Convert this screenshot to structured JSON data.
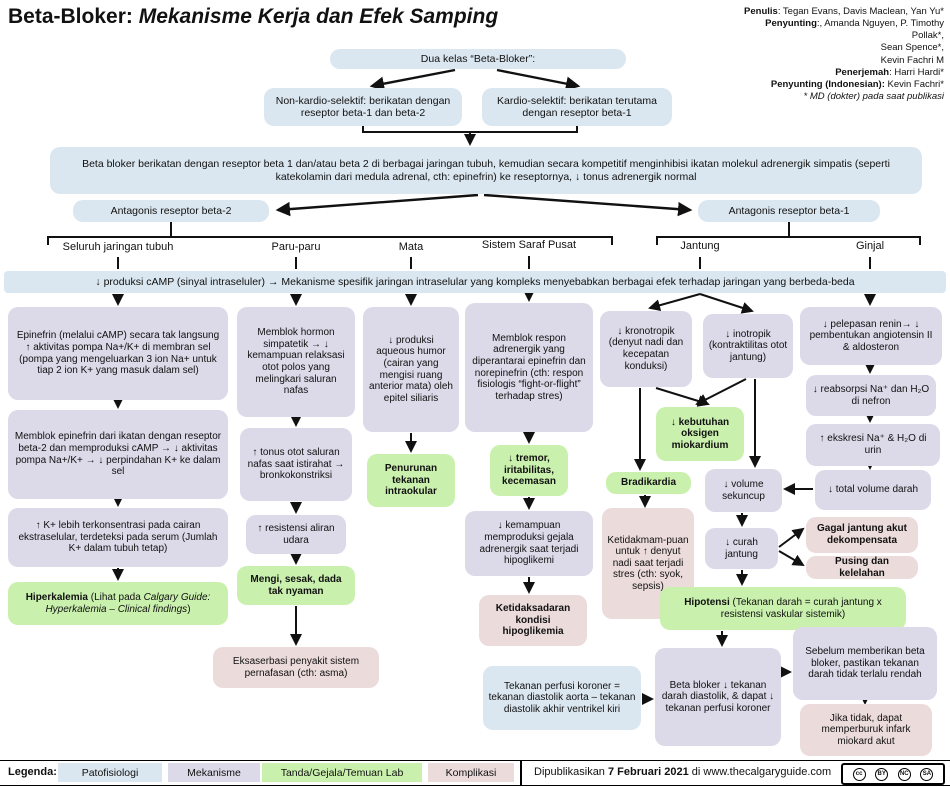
{
  "title": {
    "prefix": "Beta-Bloker: ",
    "emph": "Mekanisme Kerja dan Efek Samping"
  },
  "credits": [
    {
      "bold": "Penulis",
      "text": ":  Tegan Evans, Davis Maclean, Yan Yu*"
    },
    {
      "bold": "Penyunting",
      "text": ":, Amanda Nguyen, P. Timothy"
    },
    {
      "bold": "",
      "text": "Pollak*,"
    },
    {
      "bold": "",
      "text": "Sean Spence*,"
    },
    {
      "bold": "",
      "text": "Kevin Fachri M"
    },
    {
      "bold": "Penerjemah",
      "text": ":  Harri Hardi*"
    },
    {
      "bold": "Penyunting (Indonesian):",
      "text": " Kevin Fachri*"
    },
    {
      "bold": "",
      "text": "* MD (dokter) pada saat publikasi"
    }
  ],
  "classes": {
    "header": "Dua kelas “Beta-Bloker”:",
    "non_cardio": "Non-kardio-selektif: berikatan dengan reseptor beta-1 dan beta-2",
    "cardio": "Kardio-selektif: berikatan terutama dengan reseptor beta-1"
  },
  "main_mechanism": "Beta bloker berikatan dengan reseptor beta 1 dan/atau beta 2 di berbagai jaringan tubuh, kemudian secara kompetitif menginhibisi ikatan molekul adrenergik simpatis (seperti katekolamin dari medula adrenal, cth: epinefrin) ke reseptornya, ↓ tonus adrenergik normal",
  "antagonists": {
    "beta2": "Antagonis reseptor beta-2",
    "beta1": "Antagonis reseptor beta-1"
  },
  "organs": {
    "body": "Seluruh jaringan tubuh",
    "lungs": "Paru-paru",
    "eyes": "Mata",
    "cns": "Sistem Saraf Pusat",
    "heart": "Jantung",
    "kidney": "Ginjal"
  },
  "camp_bar": "↓ produksi cAMP (sinyal intraseluler) → Mekanisme spesifik jaringan intraselular yang kompleks menyebabkan berbagai efek terhadap jaringan yang berbeda-beda",
  "body_col": {
    "b1": "Epinefrin (melalui cAMP) secara tak langsung ↑ aktivitas pompa Na+/K+ di membran sel (pompa yang mengeluarkan 3 ion Na+ untuk tiap 2 ion K+ yang masuk dalam sel)",
    "b2": "Memblok epinefrin dari ikatan dengan reseptor beta-2 dan memproduksi cAMP → ↓ aktivitas pompa Na+/K+ → ↓ perpindahan K+ ke dalam sel",
    "b3": "↑ K+ lebih terkonsentrasi pada cairan ekstraselular, terdeteksi pada serum (Jumlah K+ dalam tubuh tetap)",
    "b4_bold": "Hiperkalemia",
    "b4_mid": " (Lihat pada ",
    "b4_italic": "Calgary Guide: Hyperkalemia – Clinical findings",
    "b4_end": ")"
  },
  "lungs_col": {
    "b1": "Memblok hormon simpatetik → ↓ kemampuan relaksasi otot polos yang melingkari saluran nafas",
    "b2": "↑ tonus otot saluran nafas saat istirahat → bronkokonstriksi",
    "b3": "↑ resistensi aliran udara",
    "b4": "Mengi, sesak, dada tak nyaman",
    "b5": "Eksaserbasi penyakit sistem pernafasan (cth: asma)"
  },
  "eyes_col": {
    "b1": "↓ produksi aqueous humor (cairan yang mengisi ruang anterior mata) oleh epitel siliaris",
    "b2": "Penurunan tekanan intraokular"
  },
  "cns_col": {
    "b1": "Memblok respon adrenergik yang diperantarai epinefrin dan norepinefrin (cth: respon fisiologis “fight-or-flight” terhadap stres)",
    "b2": "↓ tremor, iritabilitas, kecemasan",
    "b3": "↓ kemampuan memproduksi gejala adrenergik saat terjadi hipoglikemi",
    "b4": "Ketidaksadaran kondisi hipoglikemia",
    "note": "Tekanan perfusi koroner = tekanan diastolik aorta – tekanan diastolik akhir ventrikel kiri"
  },
  "heart_col": {
    "chrono": "↓ kronotropik (denyut nadi dan kecepatan konduksi)",
    "ino": "↓ inotropik (kontraktilitas otot jantung)",
    "oxygen": "↓ kebutuhan oksigen miokardium",
    "brady": "Bradikardia",
    "stress": "Ketidakmam-puan untuk ↑ denyut nadi saat terjadi stres (cth: syok, sepsis)",
    "stroke_volume": "↓ volume sekuncup",
    "cardiac_output": "↓ curah jantung",
    "hipotensi_bold": "Hipotensi",
    "hipotensi_text": " (Tekanan darah = curah jantung x resistensi vaskular sistemik)",
    "beta_diastolic": "Beta bloker ↓ tekanan darah diastolik, & dapat ↓ tekanan perfusi koroner",
    "heart_failure": "Gagal jantung akut dekompensata",
    "dizzy": "Pusing dan kelelahan"
  },
  "kidney_col": {
    "b1": "↓ pelepasan renin→ ↓ pembentukan angiotensin II & aldosteron",
    "b2": "↓ reabsorpsi Na⁺ dan H₂O di nefron",
    "b3": "↑ ekskresi Na⁺ & H₂O di urin",
    "b4": "↓ total volume darah",
    "b5": "Sebelum memberikan beta bloker, pastikan tekanan darah tidak terlalu rendah",
    "b6": "Jika tidak, dapat memperburuk infark miokard akut"
  },
  "legend": {
    "label": "Legenda:",
    "items": [
      {
        "label": "Patofisiologi",
        "color": "#dbe7f0"
      },
      {
        "label": "Mekanisme",
        "color": "#dcd9e8"
      },
      {
        "label": "Tanda/Gejala/Temuan Lab",
        "color": "#c9f0ad"
      },
      {
        "label": "Komplikasi",
        "color": "#ecdbdb"
      }
    ]
  },
  "publication": {
    "prefix": "Dipublikasikan ",
    "date": "7 Februari 2021",
    "suffix": " di www.thecalgaryguide.com"
  },
  "license": {
    "cc": "cc",
    "by": "BY",
    "nc": "NC",
    "sa": "SA"
  }
}
